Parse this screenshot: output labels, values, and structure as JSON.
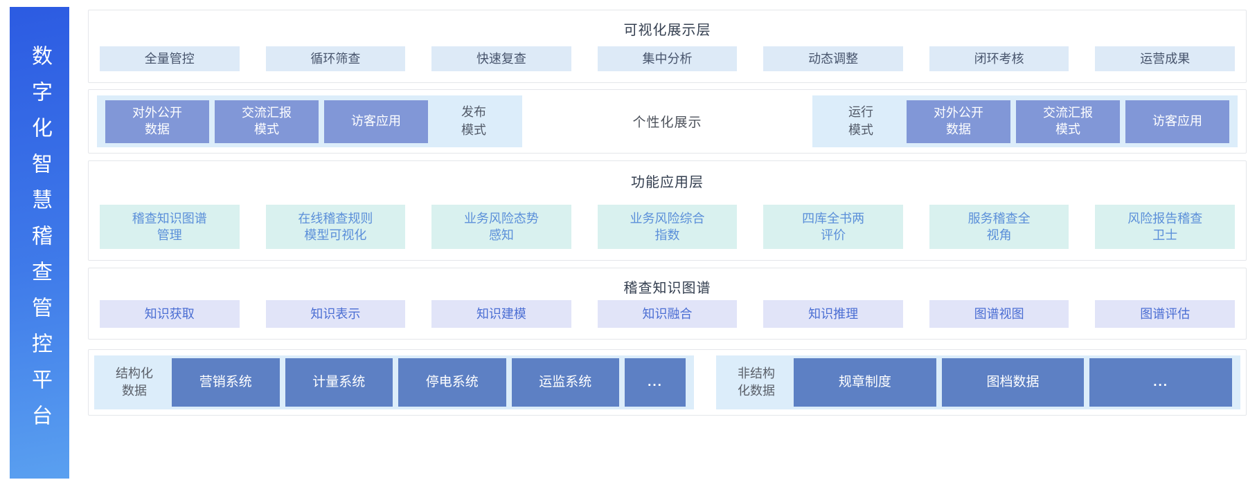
{
  "colors": {
    "sidebar_gradient_start": "#2c5be2",
    "sidebar_gradient_end": "#5aa0f0",
    "chip_blue_bg": "#ddeaf7",
    "chip_blue_text": "#47546c",
    "chip_mint_bg": "#d9f1ef",
    "chip_mint_text": "#5b8fd9",
    "chip_lavender_bg": "#e1e4f8",
    "chip_lavender_text": "#4b6ed3",
    "group_bg": "#dcedfa",
    "box_periwinkle": "#8197d7",
    "box_steel_blue": "#5d80c4",
    "card_border": "#e4e6ea",
    "title_text": "#333e4f"
  },
  "sidebar": {
    "title": "数字化智慧稽查管控平台"
  },
  "layer_visualization": {
    "title": "可视化展示层",
    "items": [
      "全量管控",
      "循环筛查",
      "快速复查",
      "集中分析",
      "动态调整",
      "闭环考核",
      "运营成果"
    ]
  },
  "layer_publish": {
    "left_boxes": [
      "对外公开\n数据",
      "交流汇报\n模式",
      "访客应用"
    ],
    "left_label": "发布\n模式",
    "center_label": "个性化展示",
    "right_label": "运行\n模式",
    "right_boxes": [
      "对外公开\n数据",
      "交流汇报\n模式",
      "访客应用"
    ]
  },
  "layer_function": {
    "title": "功能应用层",
    "items": [
      "稽查知识图谱\n管理",
      "在线稽查规则\n模型可视化",
      "业务风险态势\n感知",
      "业务风险综合\n指数",
      "四库全书两\n评价",
      "服务稽查全\n视角",
      "风险报告稽查\n卫士"
    ]
  },
  "layer_knowledge": {
    "title": "稽查知识图谱",
    "items": [
      "知识获取",
      "知识表示",
      "知识建模",
      "知识融合",
      "知识推理",
      "图谱视图",
      "图谱评估"
    ]
  },
  "layer_data": {
    "structured_label": "结构化\n数据",
    "structured_boxes": [
      "营销系统",
      "计量系统",
      "停电系统",
      "运监系统",
      "..."
    ],
    "unstructured_label": "非结构\n化数据",
    "unstructured_boxes": [
      "规章制度",
      "图档数据",
      "..."
    ]
  }
}
